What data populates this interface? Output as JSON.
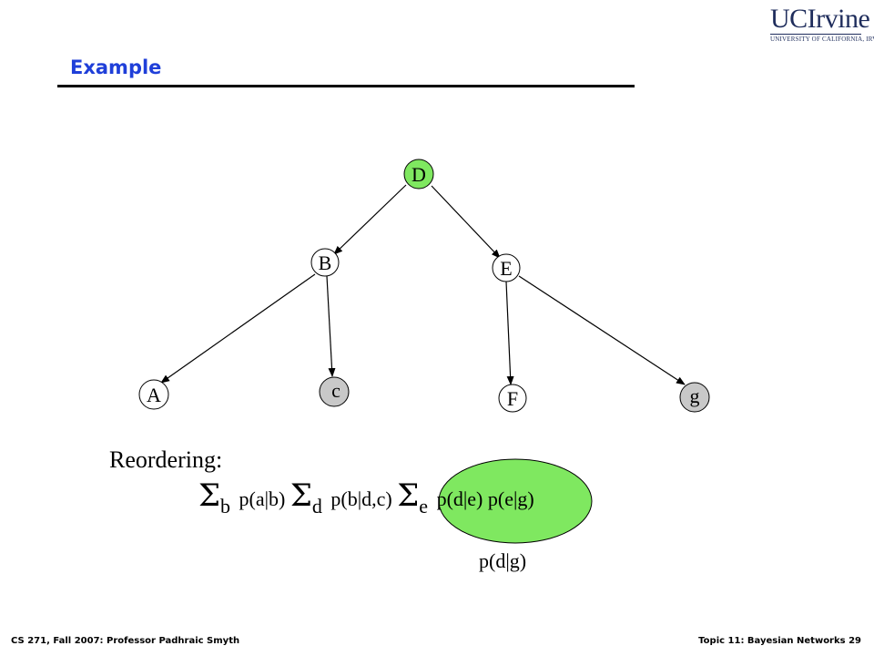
{
  "logo": {
    "main": "UCIrvine",
    "sub": "UNIVERSITY OF CALIFORNIA, IRVINE"
  },
  "slide": {
    "title": "Example"
  },
  "nodes": {
    "D": "D",
    "B": "B",
    "E": "E",
    "A": "A",
    "c": "c",
    "F": "F",
    "g": "g"
  },
  "edges": [
    [
      "D",
      "B"
    ],
    [
      "D",
      "E"
    ],
    [
      "B",
      "A"
    ],
    [
      "B",
      "c"
    ],
    [
      "E",
      "F"
    ],
    [
      "E",
      "g"
    ]
  ],
  "colors": {
    "evidence_node": "#7fe860",
    "query_node": "#c8c8c8",
    "highlight_ellipse": "#7fe860",
    "title": "#1f3fd9"
  },
  "reordering_label": "Reordering:",
  "formula": {
    "sigma": "Σ",
    "sub_b": "b",
    "term1": "p(a|b)",
    "sub_d": "d",
    "term2": "p(b|d,c)",
    "sub_e": "e",
    "term3": "p(d|e) p(e|g)"
  },
  "result": "p(d|g)",
  "footer": {
    "left": "CS 271, Fall 2007: Professor Padhraic Smyth",
    "right": "Topic 11: Bayesian Networks 29"
  }
}
